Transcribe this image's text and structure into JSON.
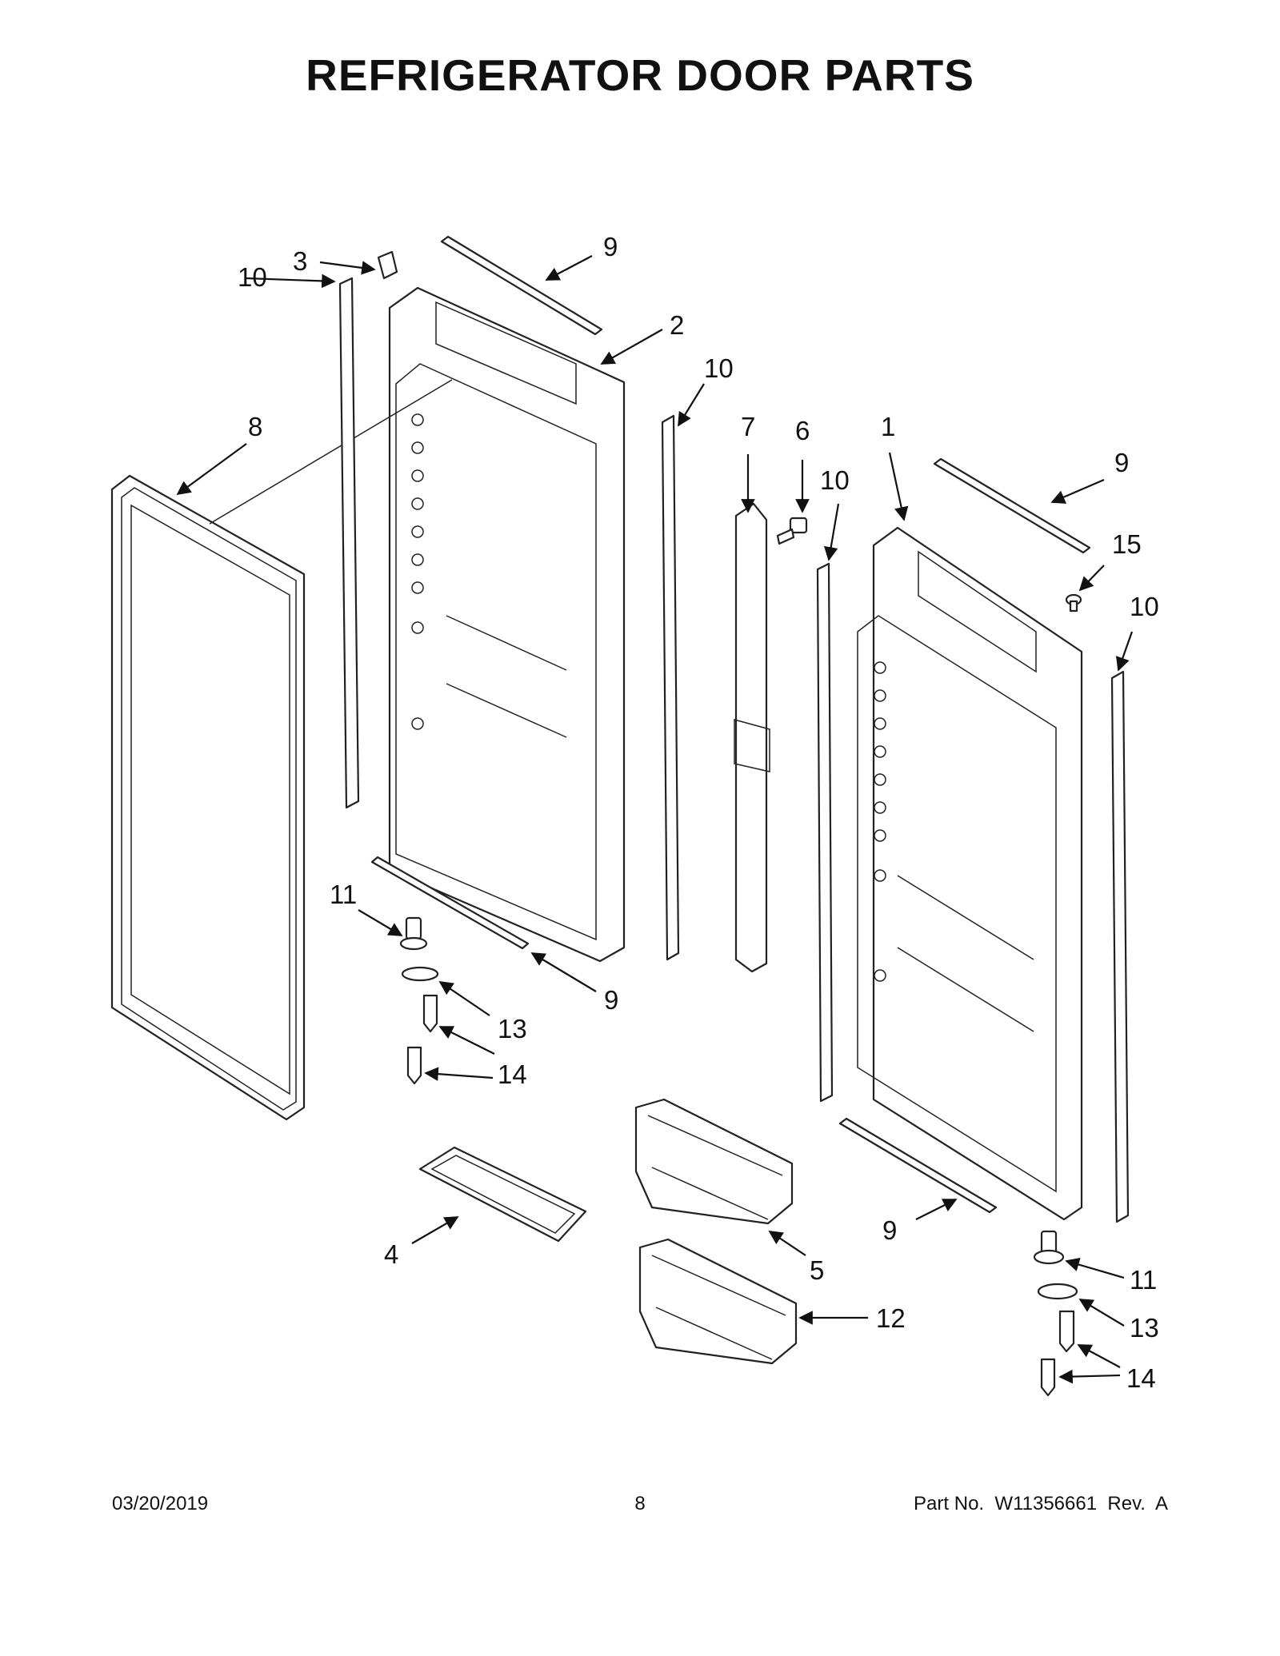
{
  "title": "REFRIGERATOR DOOR PARTS",
  "callouts": [
    "1",
    "2",
    "3",
    "4",
    "5",
    "6",
    "7",
    "8",
    "9",
    "10",
    "11",
    "12",
    "13",
    "14",
    "15"
  ],
  "footer": {
    "date": "03/20/2019",
    "page_number": "8",
    "part_number": "Part No.  W11356661  Rev.  A"
  }
}
